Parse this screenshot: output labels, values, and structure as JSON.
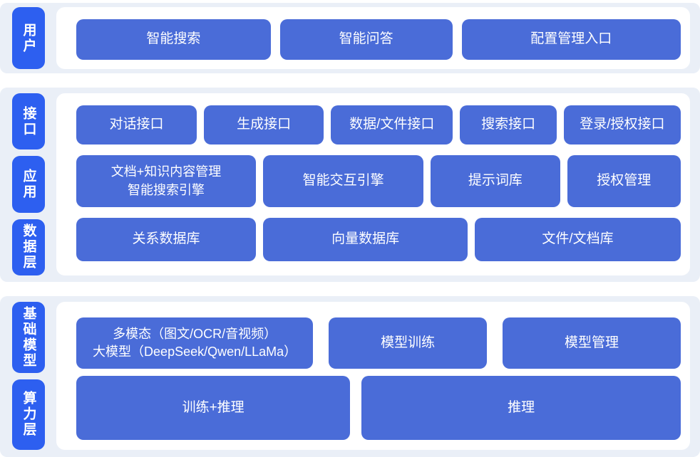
{
  "colors": {
    "pill_blue": "#2d5ff0",
    "box_blue": "#4a6cd8",
    "section_bg": "#eaeff7",
    "card_bg": "#ffffff",
    "text": "#ffffff"
  },
  "sections": [
    {
      "name": "user-layer",
      "labels": [
        {
          "text": "用户"
        }
      ],
      "rows": [
        {
          "cells": [
            {
              "text": "智能搜索"
            },
            {
              "text": "智能问答"
            },
            {
              "text": "配置管理入口"
            }
          ]
        }
      ]
    },
    {
      "name": "interface-application-data",
      "labels": [
        {
          "text": "接口"
        },
        {
          "text": "应用"
        },
        {
          "text": "数据层"
        }
      ],
      "rows": [
        {
          "cells": [
            {
              "text": "对话接口"
            },
            {
              "text": "生成接口"
            },
            {
              "text": "数据/文件接口"
            },
            {
              "text": "搜索接口"
            },
            {
              "text": "登录/授权接口"
            }
          ]
        },
        {
          "cells": [
            {
              "text": "文档+知识内容管理\n智能搜索引擎"
            },
            {
              "text": "智能交互引擎"
            },
            {
              "text": "提示词库"
            },
            {
              "text": "授权管理"
            }
          ]
        },
        {
          "cells": [
            {
              "text": "关系数据库"
            },
            {
              "text": "向量数据库"
            },
            {
              "text": "文件/文档库"
            }
          ]
        }
      ]
    },
    {
      "name": "foundation-compute",
      "labels": [
        {
          "text": "基础模型"
        },
        {
          "text": "算力层"
        }
      ],
      "rows": [
        {
          "cells": [
            {
              "text": "多模态（图文/OCR/音视频）\n大模型（DeepSeek/Qwen/LLaMa）"
            },
            {
              "text": "模型训练"
            },
            {
              "text": "模型管理"
            }
          ]
        },
        {
          "cells": [
            {
              "text": "训练+推理"
            },
            {
              "text": "推理"
            }
          ]
        }
      ]
    }
  ]
}
